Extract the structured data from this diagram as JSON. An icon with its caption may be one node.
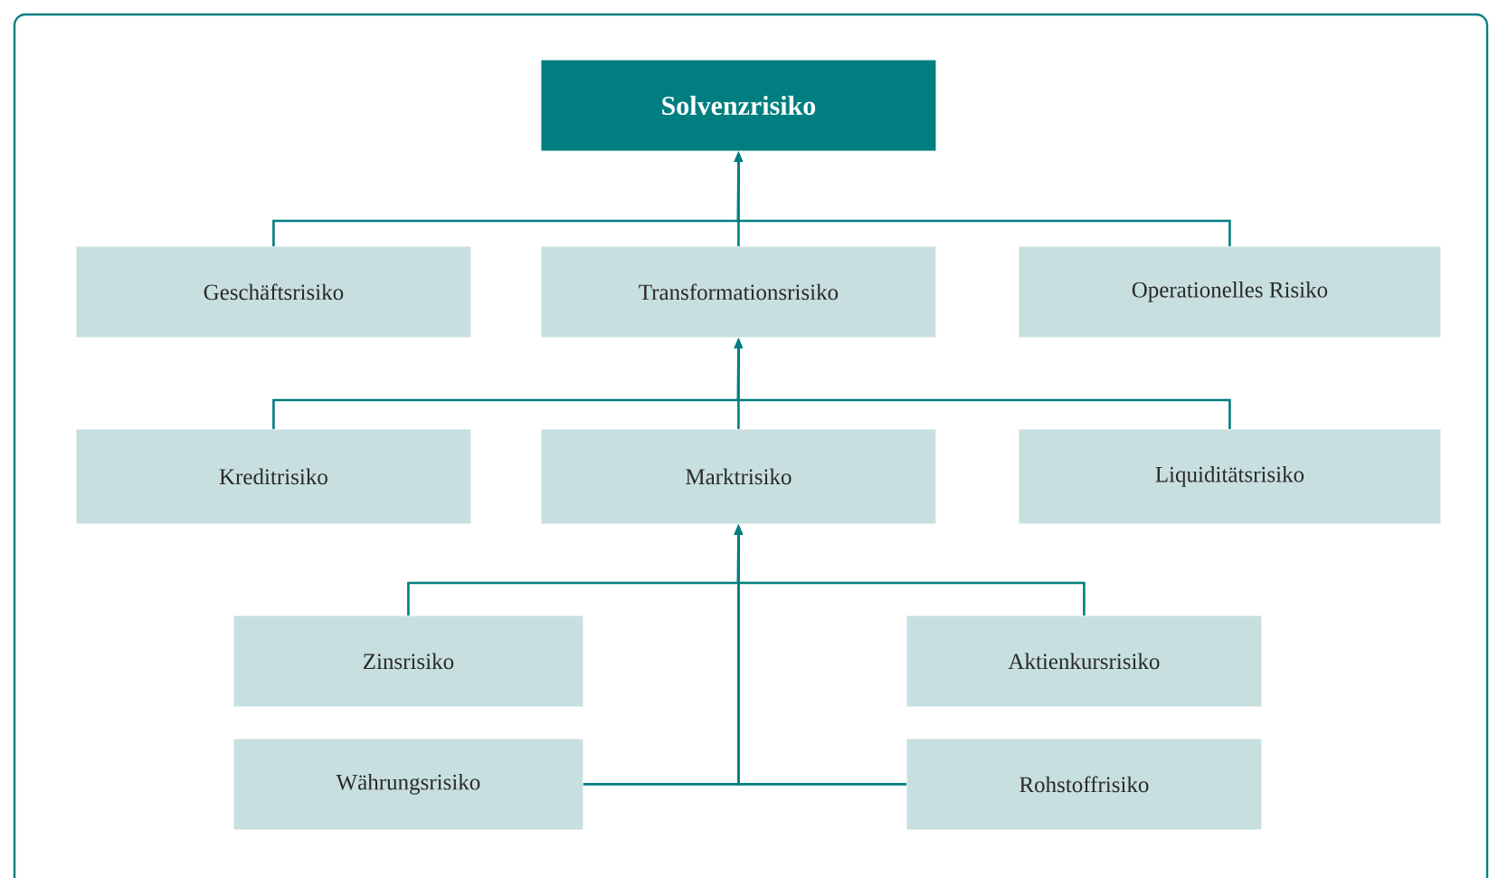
{
  "diagram": {
    "nodes": [
      {
        "text": [
          "Solvenzrisiko"
        ]
      },
      {
        "text": [
          "Geschäftsrisiko"
        ]
      },
      {
        "text": [
          "Transformationsrisiko"
        ]
      },
      {
        "text": [
          "Operationelles Risiko"
        ]
      },
      {
        "text": [
          "Kreditrisiko"
        ]
      },
      {
        "text": [
          "Marktrisiko"
        ]
      },
      {
        "text": [
          "Liquiditätsrisiko"
        ]
      },
      {
        "text": [
          "Zinsrisiko"
        ]
      },
      {
        "text": [
          "Aktienkursrisiko"
        ]
      },
      {
        "text": [
          "Währungsrisiko"
        ]
      },
      {
        "text": [
          "Rohstoffrisiko"
        ]
      }
    ],
    "edges": [
      {
        "from": 1,
        "to": 0,
        "arrow": "to"
      },
      {
        "from": 2,
        "to": 0,
        "arrow": "to"
      },
      {
        "from": 3,
        "to": 0,
        "arrow": "to"
      },
      {
        "from": 4,
        "to": 2,
        "arrow": "to"
      },
      {
        "from": 5,
        "to": 2,
        "arrow": "to"
      },
      {
        "from": 6,
        "to": 2,
        "arrow": "to"
      },
      {
        "from": 7,
        "to": 5,
        "arrow": "to"
      },
      {
        "from": 8,
        "to": 5,
        "arrow": "to"
      },
      {
        "from": 9,
        "to": 5,
        "arrow": "to"
      },
      {
        "from": 10,
        "to": 5,
        "arrow": "to"
      }
    ]
  }
}
